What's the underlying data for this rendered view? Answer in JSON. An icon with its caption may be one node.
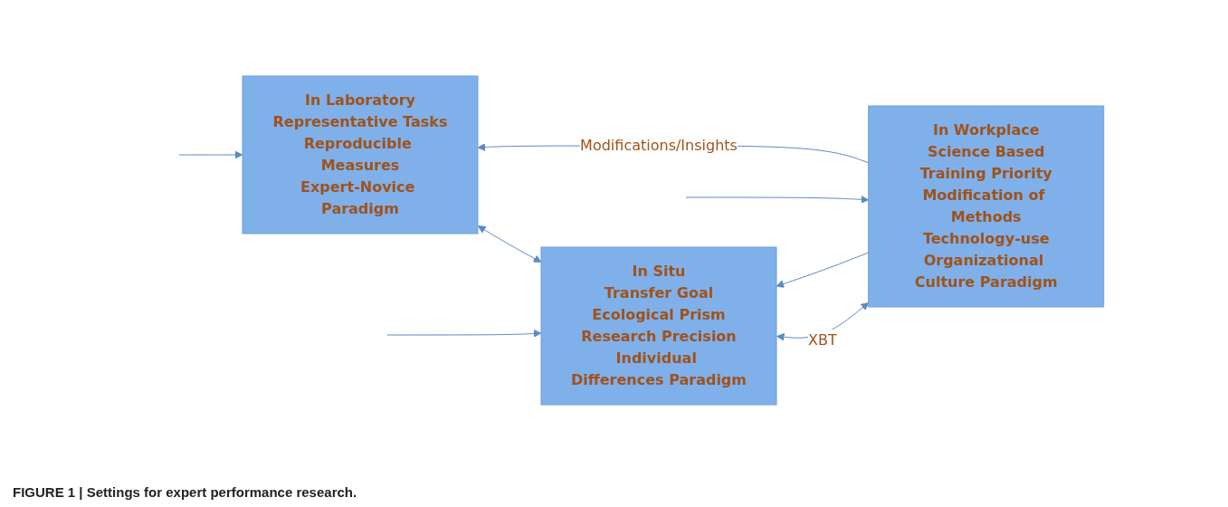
{
  "diagram": {
    "caption": "FIGURE 1 | Settings for expert performance research.",
    "nodes": [
      {
        "text": [
          "In Laboratory",
          "Representative Tasks",
          "Reproducible Measures",
          "Expert-Novice Paradigm"
        ]
      },
      {
        "text": [
          "In Situ",
          "Transfer Goal",
          "Ecological Prism",
          "Research Precision",
          "Individual Differences Paradigm"
        ]
      },
      {
        "text": [
          "In Workplace",
          "Science Based",
          "Training Priority",
          "Modification of Methods",
          "Technology-use",
          "Organizational Culture Paradigm"
        ]
      }
    ],
    "edges": [
      {
        "from": null,
        "to": 0,
        "arrow": "to"
      },
      {
        "from": null,
        "to": 1,
        "arrow": "to"
      },
      {
        "from": null,
        "to": 2,
        "arrow": "to"
      },
      {
        "from": 0,
        "to": 1,
        "arrow": "both"
      },
      {
        "from": 1,
        "to": 2,
        "arrow": "both",
        "label": "XBT"
      },
      {
        "from": 2,
        "to": 0,
        "arrow": "to",
        "label": "Modifications/Insights"
      },
      {
        "from": 2,
        "to": 1,
        "arrow": "to"
      }
    ]
  }
}
